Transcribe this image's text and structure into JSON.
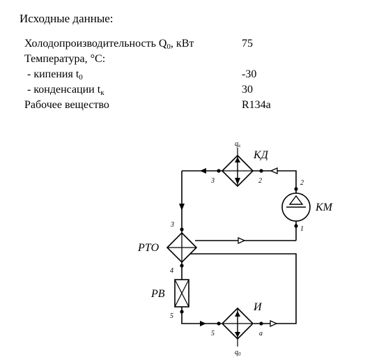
{
  "heading": "Исходные данные:",
  "params": [
    {
      "label": "Холодопроизводительность Q",
      "sub": "0",
      "suffix": ", кВт",
      "value": "75"
    },
    {
      "label": "Температура, °С:",
      "sub": "",
      "suffix": "",
      "value": ""
    },
    {
      "label": " - кипения t",
      "sub": "0",
      "suffix": "",
      "value": "-30"
    },
    {
      "label": " - конденсации t",
      "sub": "к",
      "suffix": "",
      "value": "30"
    },
    {
      "label": "Рабочее вещество",
      "sub": "",
      "suffix": "",
      "value": "R134a"
    }
  ],
  "diagram": {
    "components": {
      "condenser": "КД",
      "compressor": "КМ",
      "regen_exchanger": "РТО",
      "throttle": "РВ",
      "evaporator": "И"
    },
    "heat_labels": {
      "condenser_main": "q",
      "condenser_sub": "к",
      "evaporator_main": "q",
      "evaporator_sub": "0"
    },
    "points": {
      "p3_top": "3",
      "p2_top": "2",
      "p2_comp": "2",
      "p1_comp": "1",
      "p3_left": "3",
      "p4": "4",
      "p5_left": "5",
      "p5_bottom": "5",
      "pa": "a"
    }
  }
}
